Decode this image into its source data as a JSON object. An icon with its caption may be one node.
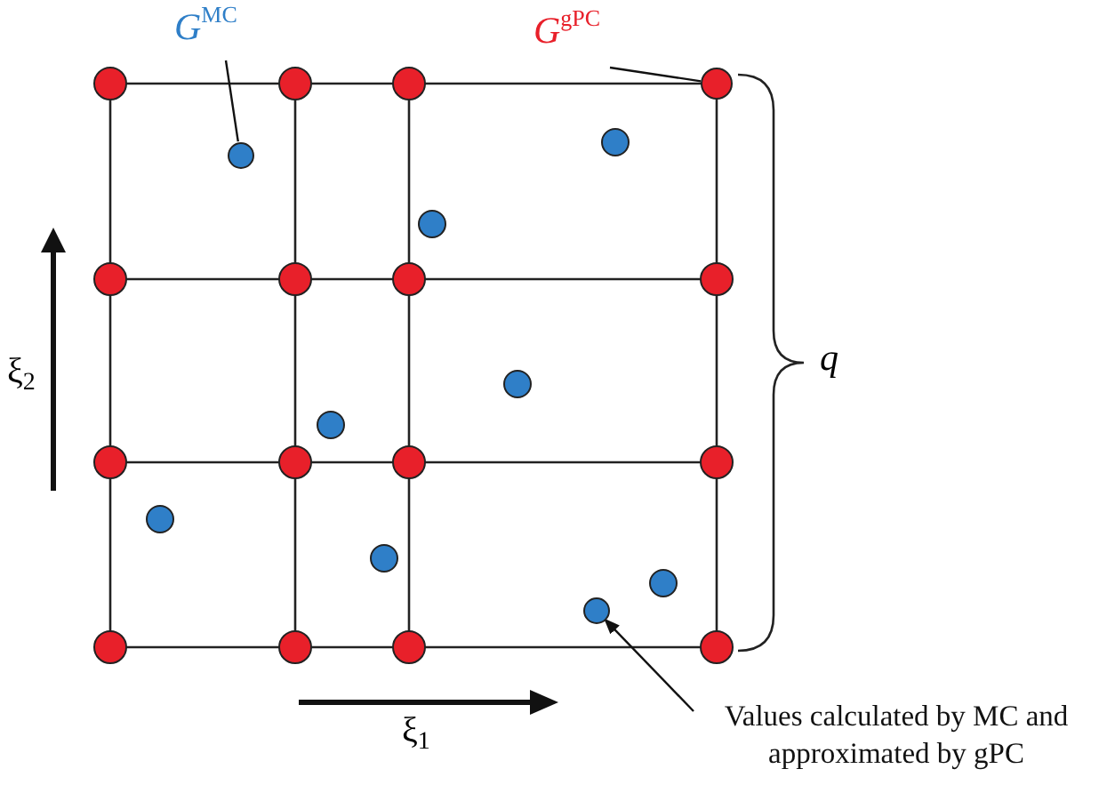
{
  "diagram": {
    "nodes": [
      {
        "text": [
          "*G*$^{MC}$"
        ]
      },
      {
        "text": [],
        "shape": "circle"
      },
      {
        "text": [
          "*G*$^{gPC}$"
        ]
      },
      {
        "text": [],
        "shape": "circle"
      },
      {
        "text": [
          "Values calculated by MC and approximated by gPC"
        ]
      },
      {
        "text": [],
        "shape": "circle"
      }
    ],
    "edges": [
      {
        "from": 0,
        "to": 1,
        "arrow": "none"
      },
      {
        "from": 2,
        "to": 3,
        "arrow": "none"
      },
      {
        "from": 4,
        "to": 5,
        "arrow": "to"
      }
    ],
    "labels": [
      "ξ$_{2}$",
      "ξ$_{1}$",
      "*q*"
    ]
  }
}
